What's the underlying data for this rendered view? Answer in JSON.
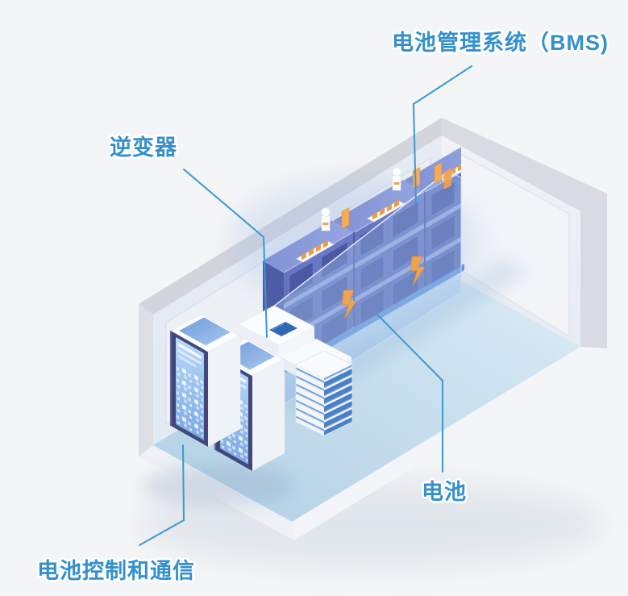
{
  "callouts": [
    {
      "id": "bms",
      "label": "电池管理系统（BMS)"
    },
    {
      "id": "inverter",
      "label": "逆变器"
    },
    {
      "id": "battery",
      "label": "电池"
    },
    {
      "id": "control",
      "label": "电池控制和通信"
    }
  ],
  "colors": {
    "background": "#f4f5f6",
    "label_text": "#3490cd",
    "leader_line": "#3d97d3",
    "container_gray": "#dfe2e7",
    "floor_blue": "#bfd9ea",
    "battery_module_blue": "#6673be",
    "battery_panel_blue": "#4b58a6",
    "indicator_orange": "#ef9b40",
    "lightning_bolt_orange": "#f0a24e",
    "glass_pane_blue": "#a9c6ec",
    "cabinet_frame_navy": "#41477b",
    "cabinet_screen_blue": "#8fb8ea",
    "white_equipment": "#fbfcfe"
  }
}
